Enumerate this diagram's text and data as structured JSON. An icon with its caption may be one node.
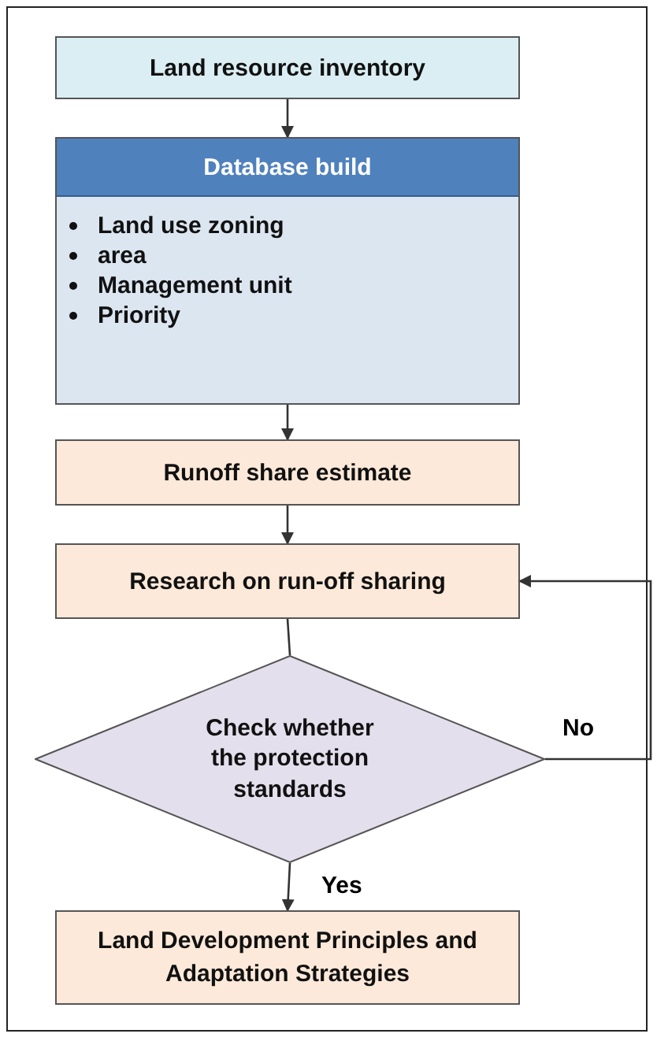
{
  "diagram": {
    "nodes": [
      {
        "text": [
          "Land resource inventory"
        ]
      },
      {
        "text": [
          "Database build",
          "Land use zoning",
          "area",
          "Management unit",
          "Priority"
        ]
      },
      {
        "text": [
          "Runoff share estimate"
        ]
      },
      {
        "text": [
          "Research on run-off sharing"
        ]
      },
      {
        "text": [
          "Check whether the protection standards"
        ]
      },
      {
        "text": [
          "Land Development Principles and Adaptation Strategies"
        ]
      }
    ],
    "edges": [
      {
        "from": 0,
        "to": 1,
        "arrow": "to"
      },
      {
        "from": 1,
        "to": 2,
        "arrow": "to"
      },
      {
        "from": 2,
        "to": 3,
        "arrow": "to"
      },
      {
        "from": 3,
        "to": 4,
        "arrow": "none"
      },
      {
        "from": 4,
        "to": 5,
        "arrow": "to",
        "label": "Yes"
      },
      {
        "from": 4,
        "to": 3,
        "arrow": "to",
        "label": "No"
      }
    ]
  }
}
